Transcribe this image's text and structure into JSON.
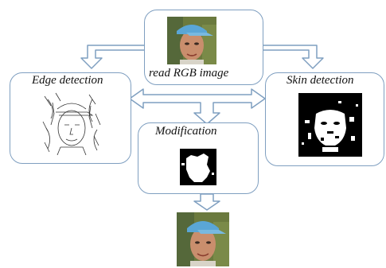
{
  "diagram": {
    "nodes": {
      "input": {
        "label": "read RGB  image",
        "image": "face-photo"
      },
      "edge": {
        "label": "Edge detection",
        "image": "edge-map"
      },
      "skin": {
        "label": "Skin detection",
        "image": "skin-mask"
      },
      "modification": {
        "label": "Modification",
        "image": "modified-mask"
      },
      "output": {
        "image": "face-photo-result"
      }
    },
    "colors": {
      "box_border": "#7f9fc0",
      "arrow_fill": "#ffffff",
      "arrow_stroke": "#7f9fc0",
      "text": "#111111"
    }
  }
}
